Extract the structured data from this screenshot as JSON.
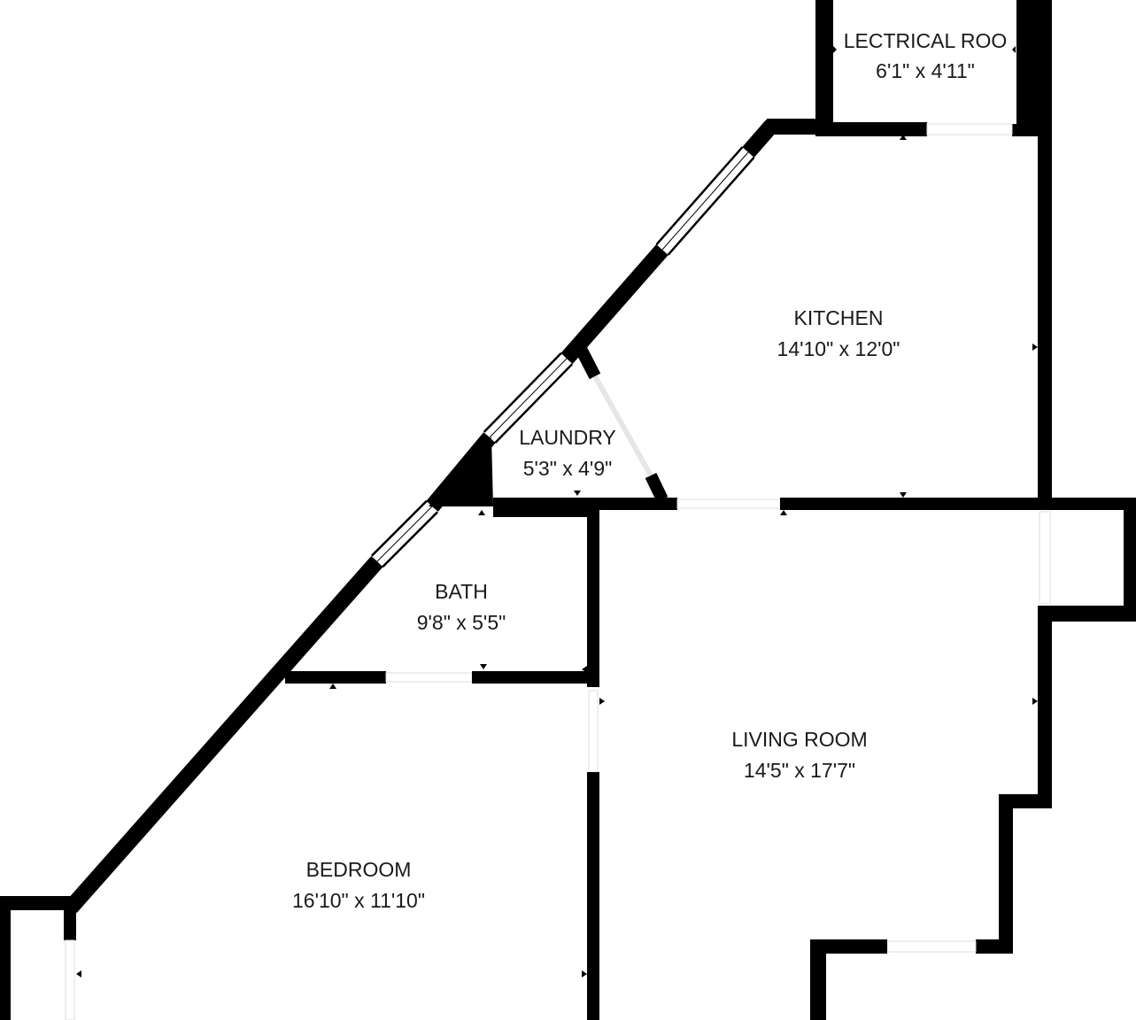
{
  "rooms": {
    "electrical": {
      "name": "LECTRICAL ROO",
      "dims": "6'1\" x 4'11\""
    },
    "kitchen": {
      "name": "KITCHEN",
      "dims": "14'10\" x 12'0\""
    },
    "laundry": {
      "name": "LAUNDRY",
      "dims": "5'3\" x 4'9\""
    },
    "bath": {
      "name": "BATH",
      "dims": "9'8\" x 5'5\""
    },
    "living": {
      "name": "LIVING ROOM",
      "dims": "14'5\" x 17'7\""
    },
    "bedroom": {
      "name": "BEDROOM",
      "dims": "16'10\" x 11'10\""
    }
  },
  "colors": {
    "wall": "#000000",
    "background": "#ffffff",
    "text": "#1a1a1a"
  }
}
